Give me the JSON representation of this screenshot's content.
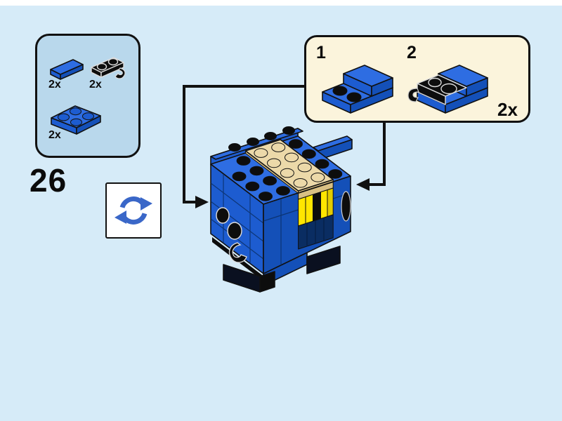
{
  "step": {
    "number": "26"
  },
  "parts_panel": {
    "parts": [
      {
        "part": "blue-1x2-tile",
        "count": "2x"
      },
      {
        "part": "black-1x2-plate-with-clip",
        "count": "2x"
      },
      {
        "part": "blue-2x2-plate",
        "count": "2x"
      }
    ]
  },
  "callout_panel": {
    "substeps": [
      {
        "label": "1",
        "assembly": "blue-2x2-plate-with-1x2-tile"
      },
      {
        "label": "2",
        "assembly": "assembly-with-black-clip-plate"
      }
    ],
    "count": "2x"
  },
  "rotate_indicator": {
    "icon": "rotate-model-icon"
  },
  "model": {
    "illustration": "blue-brickheadz-figure-three-quarter-view"
  },
  "colors": {
    "page_bg": "#d6ebf8",
    "parts_panel_bg": "#b9d8ec",
    "callout_bg": "#fbf4dc",
    "outline": "#111111",
    "lego_blue": "#1d5cd0",
    "lego_blue_top": "#2e6de2",
    "lego_blue_dark": "#1450b8",
    "lego_navy": "#0a2d62",
    "lego_tan": "#ecd9a9",
    "lego_tan_dark": "#d9c084",
    "lego_yellow": "#ffe600",
    "lego_black": "#0d0d0d",
    "rotate_blue": "#3a67c8"
  }
}
